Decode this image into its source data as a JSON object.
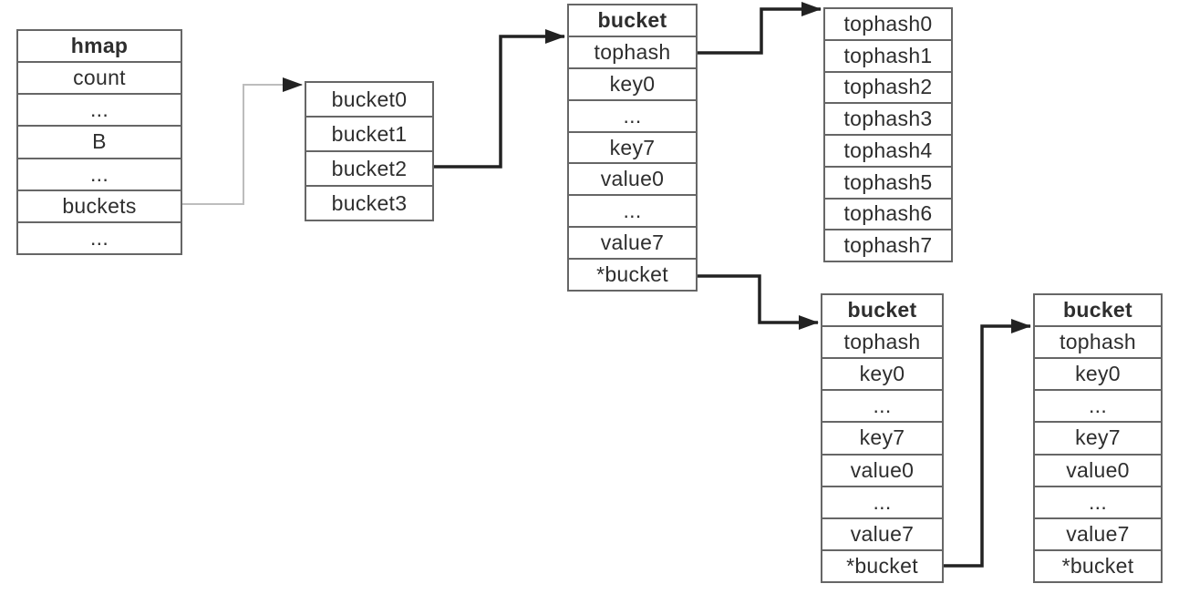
{
  "tables": {
    "hmap": {
      "header": "hmap",
      "rows": [
        "count",
        "...",
        "B",
        "...",
        "buckets",
        "..."
      ]
    },
    "bucket_array": {
      "rows": [
        "bucket0",
        "bucket1",
        "bucket2",
        "bucket3"
      ]
    },
    "bucket_main": {
      "header": "bucket",
      "rows": [
        "tophash",
        "key0",
        "...",
        "key7",
        "value0",
        "...",
        "value7",
        "*bucket"
      ]
    },
    "tophash_array": {
      "rows": [
        "tophash0",
        "tophash1",
        "tophash2",
        "tophash3",
        "tophash4",
        "tophash5",
        "tophash6",
        "tophash7"
      ]
    },
    "bucket_overflow1": {
      "header": "bucket",
      "rows": [
        "tophash",
        "key0",
        "...",
        "key7",
        "value0",
        "...",
        "value7",
        "*bucket"
      ]
    },
    "bucket_overflow2": {
      "header": "bucket",
      "rows": [
        "tophash",
        "key0",
        "...",
        "key7",
        "value0",
        "...",
        "value7",
        "*bucket"
      ]
    }
  },
  "edges": [
    {
      "from": "hmap.buckets",
      "to": "bucket_array",
      "style": "gray-line-dark-head"
    },
    {
      "from": "bucket_array.bucket2",
      "to": "bucket_main",
      "style": "black"
    },
    {
      "from": "bucket_main.tophash",
      "to": "tophash_array",
      "style": "black"
    },
    {
      "from": "bucket_main.*bucket",
      "to": "bucket_overflow1",
      "style": "black"
    },
    {
      "from": "bucket_overflow1.*bucket",
      "to": "bucket_overflow2",
      "style": "black"
    }
  ],
  "colors": {
    "background": "#ffffff",
    "border": "#666666",
    "text": "#2e2e2e",
    "arrow_black": "#222222",
    "arrow_gray": "#bdbdbd"
  }
}
